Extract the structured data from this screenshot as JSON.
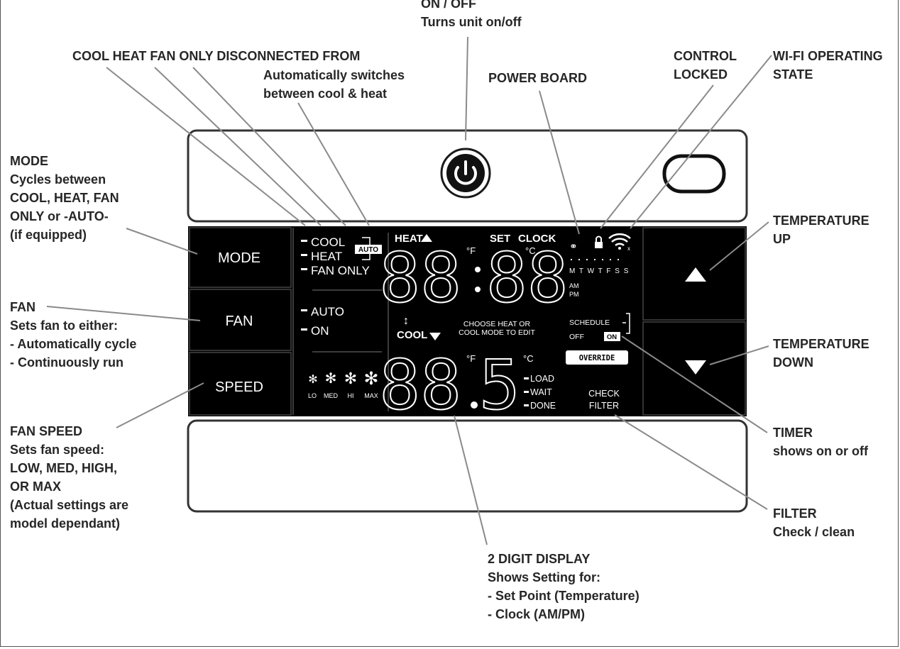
{
  "callouts": {
    "on_off": {
      "title": "ON / OFF",
      "desc": "Turns unit on/off"
    },
    "auto_mode": {
      "title": "COOL HEAT FAN ONLY DISCONNECTED FROM",
      "line1": "Automatically switches",
      "line2": "between cool & heat"
    },
    "power_board": {
      "title": "POWER BOARD"
    },
    "control_locked": {
      "line1": "CONTROL",
      "line2": "LOCKED"
    },
    "wifi": {
      "line1": "WI-FI OPERATING",
      "line2": "STATE"
    },
    "mode": {
      "title": "MODE",
      "lines": [
        "Cycles between",
        "COOL, HEAT, FAN",
        "ONLY or -AUTO-",
        "(if equipped)"
      ]
    },
    "fan": {
      "title": "FAN",
      "lines": [
        "Sets fan to either:",
        "- Automatically cycle",
        "- Continuously run"
      ]
    },
    "fan_speed": {
      "title": "FAN SPEED",
      "lines": [
        "Sets fan speed:",
        "LOW, MED, HIGH,",
        "OR MAX",
        "(Actual settings are",
        "model dependant)"
      ]
    },
    "temp_up": {
      "line1": "TEMPERATURE",
      "line2": "UP"
    },
    "temp_down": {
      "line1": "TEMPERATURE",
      "line2": "DOWN"
    },
    "timer": {
      "title": "TIMER",
      "desc": "shows on or off"
    },
    "filter": {
      "title": "FILTER",
      "desc": "Check / clean"
    },
    "display": {
      "title": "2 DIGIT DISPLAY",
      "lines": [
        "Shows Setting for:",
        "- Set Point (Temperature)",
        "- Clock (AM/PM)"
      ]
    }
  },
  "buttons": {
    "mode": "MODE",
    "fan": "FAN",
    "speed": "SPEED"
  },
  "lcd": {
    "modes": [
      "COOL",
      "HEAT",
      "FAN ONLY"
    ],
    "auto_badge": "AUTO",
    "fan_modes": [
      "AUTO",
      "ON"
    ],
    "fan_speeds": [
      "LO",
      "MED",
      "HI",
      "MAX"
    ],
    "heat_label": "HEAT",
    "set_label": "SET",
    "clock_label": "CLOCK",
    "cool_label": "COOL",
    "clock_reading": "88:88",
    "temp_reading": "88.5",
    "unit_f": "°F",
    "unit_c": "°C",
    "days": "M T W T F S S",
    "am": "AM",
    "pm": "PM",
    "choose_line1": "CHOOSE HEAT OR",
    "choose_line2": "COOL MODE TO EDIT",
    "schedule": "SCHEDULE",
    "sched_off": "OFF",
    "sched_on": "ON",
    "override": "OVERRIDE",
    "status": [
      "LOAD",
      "WAIT",
      "DONE"
    ],
    "check": "CHECK",
    "filter": "FILTER"
  },
  "colors": {
    "panel": "#000000",
    "outline": "#333333",
    "leader": "#8a8a8a",
    "text": "#262626"
  }
}
